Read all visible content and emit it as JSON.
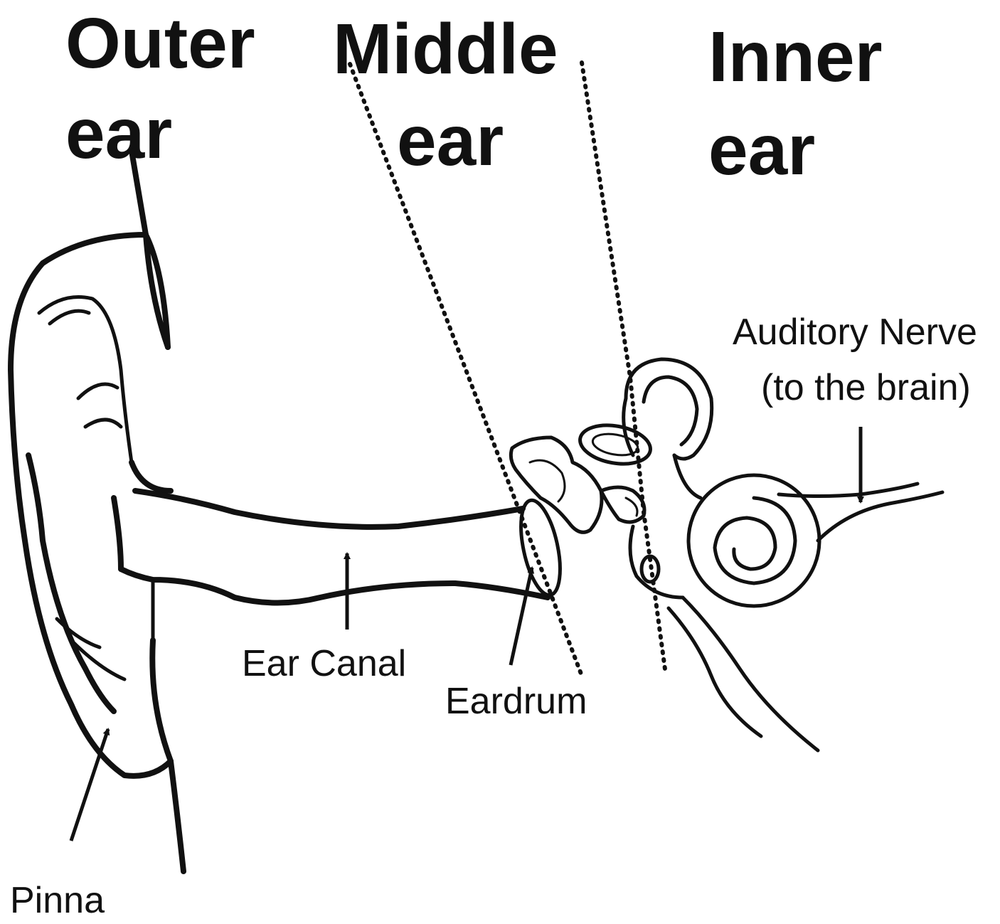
{
  "regions": {
    "outer_line1": "Outer",
    "outer_line2": "ear",
    "middle_line1": "Middle",
    "middle_line2": "ear",
    "inner_line1": "Inner",
    "inner_line2": "ear"
  },
  "labels": {
    "auditory_line1": "Auditory Nerve",
    "auditory_line2": "(to the brain)",
    "ear_canal": "Ear Canal",
    "eardrum": "Eardrum",
    "pinna": "Pinna"
  },
  "colors": {
    "ink": "#111111",
    "background": "#ffffff"
  }
}
